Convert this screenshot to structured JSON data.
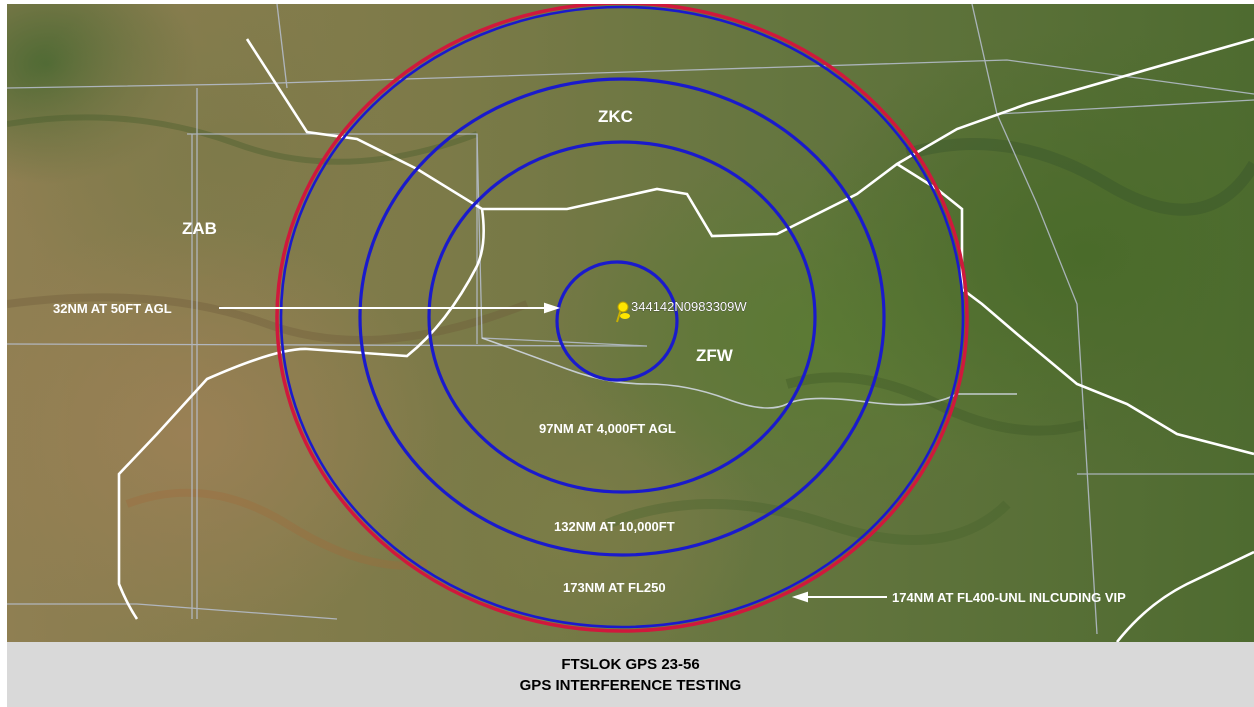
{
  "map": {
    "center_point_label": "344142N0983309W",
    "center_icon": "pushpin-icon",
    "center_pin_color": "#ffe600",
    "region_labels": {
      "zab": "ZAB",
      "zkc": "ZKC",
      "zfw": "ZFW"
    },
    "rings": {
      "ring_32": "32NM AT 50FT AGL",
      "ring_97": "97NM AT 4,000FT AGL",
      "ring_132": "132NM AT 10,000FT",
      "ring_173": "173NM AT FL250",
      "ring_174": "174NM AT FL400-UNL INLCUDING VIP"
    },
    "colors": {
      "ring": "#1a1acc",
      "outer_ring_accent": "#d0183c",
      "boundary": "#ffffff",
      "state_line": "#b8c0d0",
      "label_text": "#ffffff"
    }
  },
  "caption": {
    "line1": "FTSLOK GPS 23-56",
    "line2": "GPS INTERFERENCE TESTING"
  }
}
